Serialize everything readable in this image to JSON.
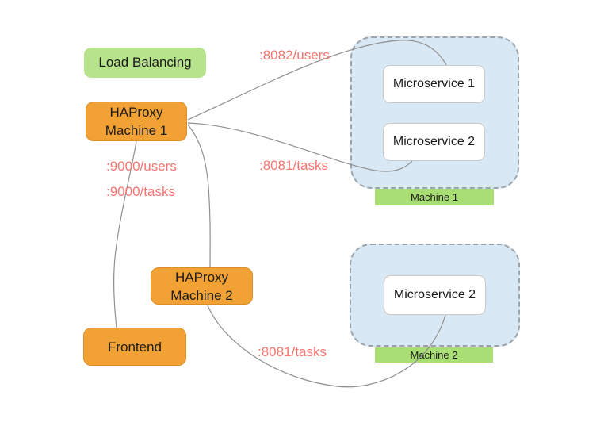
{
  "colors": {
    "node_orange": "#F2A134",
    "node_orange_border": "#D98E27",
    "green_light": "#B7E38C",
    "green_bar": "#A8DE74",
    "machine_fill": "#D9E8F5",
    "machine_border": "#9BA3AB",
    "service_fill": "#FFFFFF",
    "service_border": "#C9C9C9",
    "edge_line": "#8F8F8F",
    "edge_label": "#F8756F",
    "text_dark": "#1C1C1C"
  },
  "nodes": {
    "load_balancing": {
      "label": "Load Balancing"
    },
    "haproxy_machine_1": {
      "label": "HAProxy\nMachine 1"
    },
    "haproxy_machine_2": {
      "label": "HAProxy\nMachine 2"
    },
    "frontend": {
      "label": "Frontend"
    }
  },
  "machines": [
    {
      "name": "Machine 1",
      "services": [
        {
          "label": "Microservice 1"
        },
        {
          "label": "Microservice 2"
        }
      ]
    },
    {
      "name": "Machine 2",
      "services": [
        {
          "label": "Microservice 2"
        }
      ]
    }
  ],
  "edge_labels": {
    "port_8082_users": ":8082/users",
    "port_8081_tasks_top": ":8081/tasks",
    "port_9000_users": ":9000/users",
    "port_9000_tasks": ":9000/tasks",
    "port_8081_tasks_bottom": ":8081/tasks"
  },
  "edges": [
    {
      "from": "HAProxy Machine 1",
      "to": "Microservice 1 (Machine 1)",
      "label": ":8082/users"
    },
    {
      "from": "HAProxy Machine 1",
      "to": "Microservice 2 (Machine 1)",
      "label": ":8081/tasks"
    },
    {
      "from": "HAProxy Machine 1",
      "to": "HAProxy Machine 2",
      "label": ""
    },
    {
      "from": "Frontend",
      "to": "HAProxy Machine 1",
      "label": ":9000/users, :9000/tasks"
    },
    {
      "from": "HAProxy Machine 2",
      "to": "Microservice 2 (Machine 2)",
      "label": ":8081/tasks"
    }
  ]
}
